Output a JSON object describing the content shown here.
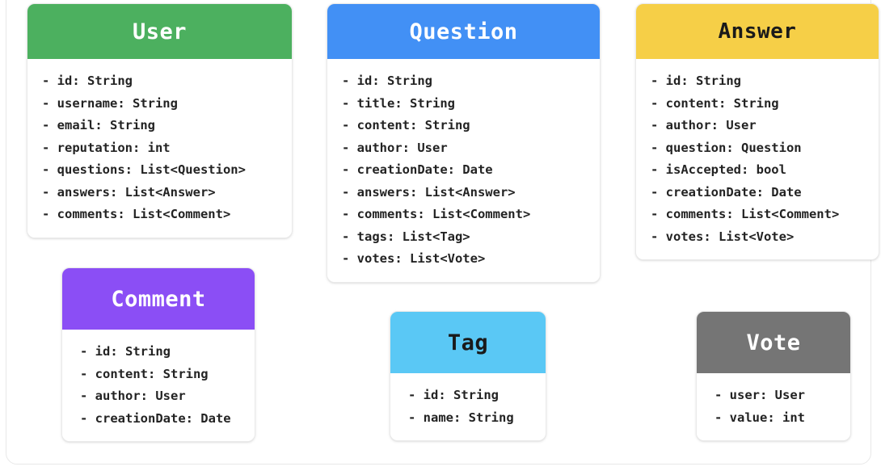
{
  "diagram": {
    "type": "uml-class-diagram",
    "background": "#ffffff",
    "panel_border": "#e8e8e8",
    "classes": [
      {
        "id": "user",
        "name": "User",
        "header_color": "#4cb05f",
        "header_text_color": "#ffffff",
        "fields": [
          "- id: String",
          "- username: String",
          "- email: String",
          "- reputation: int",
          "- questions: List<Question>",
          "- answers: List<Answer>",
          "- comments: List<Comment>"
        ]
      },
      {
        "id": "question",
        "name": "Question",
        "header_color": "#4290f5",
        "header_text_color": "#ffffff",
        "fields": [
          "- id: String",
          "- title: String",
          "- content: String",
          "- author: User",
          "- creationDate: Date",
          "- answers: List<Answer>",
          "- comments: List<Comment>",
          "- tags: List<Tag>",
          "- votes: List<Vote>"
        ]
      },
      {
        "id": "answer",
        "name": "Answer",
        "header_color": "#f6cf47",
        "header_text_color": "#1a1a1a",
        "fields": [
          "- id: String",
          "- content: String",
          "- author: User",
          "- question: Question",
          "- isAccepted: bool",
          "- creationDate: Date",
          "- comments: List<Comment>",
          "- votes: List<Vote>"
        ]
      },
      {
        "id": "comment",
        "name": "Comment",
        "header_color": "#8b4ef5",
        "header_text_color": "#ffffff",
        "fields": [
          "- id: String",
          "- content: String",
          "- author: User",
          "- creationDate: Date"
        ]
      },
      {
        "id": "tag",
        "name": "Tag",
        "header_color": "#5ac8f5",
        "header_text_color": "#1a1a1a",
        "fields": [
          "- id: String",
          "- name: String"
        ]
      },
      {
        "id": "vote",
        "name": "Vote",
        "header_color": "#757575",
        "header_text_color": "#ffffff",
        "fields": [
          "- user: User",
          "- value: int"
        ]
      }
    ]
  }
}
